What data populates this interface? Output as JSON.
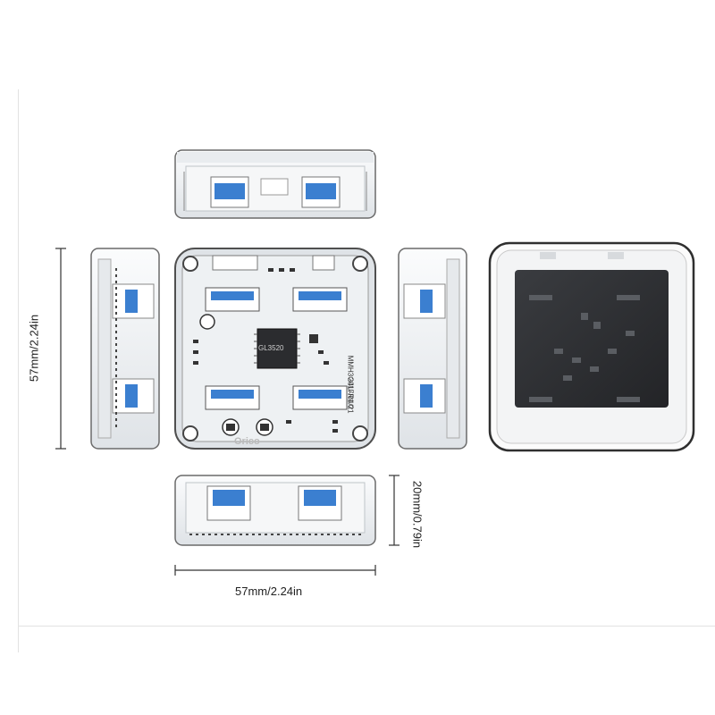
{
  "dimensions": {
    "height_label": "57mm/2.24in",
    "width_label": "57mm/2.24in",
    "thickness_label": "20mm/0.79in"
  },
  "board": {
    "model_text": "MMH3G4U-R1.0",
    "date_text": "2017/04/21",
    "brand_text": "Orico",
    "chip_text": "GL3520"
  },
  "colors": {
    "usb_blue": "#3b7fd0",
    "shell": "#f1f3f5",
    "outline": "#555555",
    "pcb_dark": "#2e3033"
  }
}
